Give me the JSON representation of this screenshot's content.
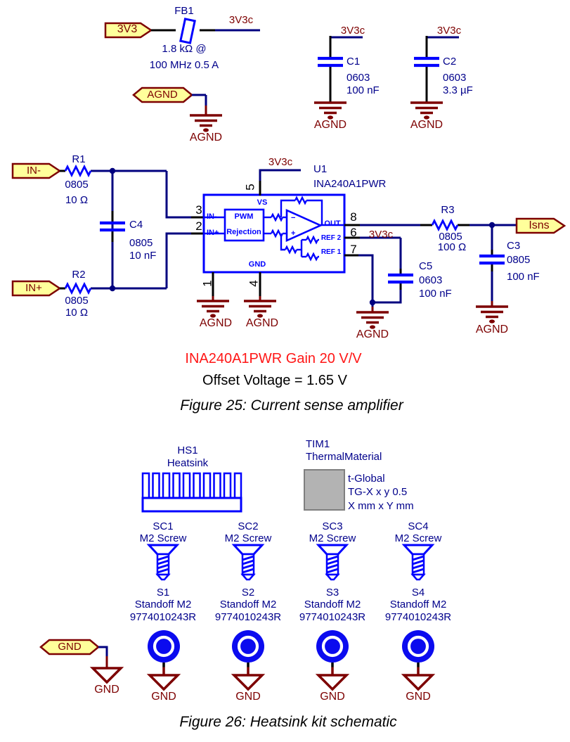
{
  "power_section": {
    "fb1": {
      "refdes": "FB1",
      "net_in": "3V3",
      "net_out": "3V3c",
      "spec_line1": "1.8 kΩ @",
      "spec_line2": "100 MHz 0.5 A"
    },
    "agnd_port": "AGND",
    "c1": {
      "refdes": "C1",
      "package": "0603",
      "value": "100 nF",
      "net": "3V3c"
    },
    "c2": {
      "refdes": "C2",
      "package": "0603",
      "value": "3.3 µF",
      "net": "3V3c"
    }
  },
  "amp_section": {
    "ports": {
      "in_minus": "IN-",
      "in_plus": "IN+",
      "isns": "Isns"
    },
    "r1": {
      "refdes": "R1",
      "package": "0805",
      "value": "10 Ω"
    },
    "r2": {
      "refdes": "R2",
      "package": "0805",
      "value": "10 Ω"
    },
    "r3": {
      "refdes": "R3",
      "package": "0805",
      "value": "100 Ω"
    },
    "c3": {
      "refdes": "C3",
      "package": "0805",
      "value": "100 nF"
    },
    "c4": {
      "refdes": "C4",
      "package": "0805",
      "value": "10 nF"
    },
    "c5": {
      "refdes": "C5",
      "package": "0603",
      "value": "100 nF"
    },
    "u1": {
      "refdes": "U1",
      "part": "INA240A1PWR",
      "net_vs": "3V3c",
      "net_ref2": "3V3c",
      "pin_numbers": {
        "p1": "1",
        "p2": "2",
        "p3": "3",
        "p4": "4",
        "p5": "5",
        "p6": "6",
        "p7": "7",
        "p8": "8"
      },
      "pin_labels": {
        "vs": "VS",
        "in_minus": "IN-",
        "in_plus": "IN+",
        "out": "OUT",
        "ref2": "REF 2",
        "ref1": "REF 1",
        "gnd": "GND"
      },
      "block": {
        "line1": "PWM",
        "line2": "Rejection"
      }
    },
    "notes": {
      "gain": "INA240A1PWR Gain 20 V/V",
      "offset": "Offset Voltage = 1.65 V"
    }
  },
  "labels": {
    "agnd": "AGND",
    "gnd": "GND"
  },
  "captions": {
    "figure25": "Figure 25: Current sense amplifier",
    "figure26": "Figure 26: Heatsink kit schematic"
  },
  "heatsink_section": {
    "hs1": {
      "refdes": "HS1",
      "name": "Heatsink"
    },
    "tim1": {
      "refdes": "TIM1",
      "name": "ThermalMaterial",
      "vendor": "t-Global",
      "model": "TG-X x y 0.5",
      "size": "X mm x Y mm"
    },
    "gnd_port": "GND",
    "screws": [
      {
        "refdes": "SC1",
        "name": "M2 Screw"
      },
      {
        "refdes": "SC2",
        "name": "M2 Screw"
      },
      {
        "refdes": "SC3",
        "name": "M2 Screw"
      },
      {
        "refdes": "SC4",
        "name": "M2 Screw"
      }
    ],
    "standoffs": [
      {
        "refdes": "S1",
        "name": "Standoff M2",
        "mpn": "9774010243R"
      },
      {
        "refdes": "S2",
        "name": "Standoff M2",
        "mpn": "9774010243R"
      },
      {
        "refdes": "S3",
        "name": "Standoff M2",
        "mpn": "9774010243R"
      },
      {
        "refdes": "S4",
        "name": "Standoff M2",
        "mpn": "9774010243R"
      }
    ]
  },
  "colors": {
    "symbol_blue": "#0000FF",
    "wire_navy": "#00007F",
    "label_navy": "#00008B",
    "port_fill": "#FFFF9B",
    "maroon": "#7D0000",
    "note_red": "#FF1616",
    "tim_gray": "#B3B3B3"
  }
}
